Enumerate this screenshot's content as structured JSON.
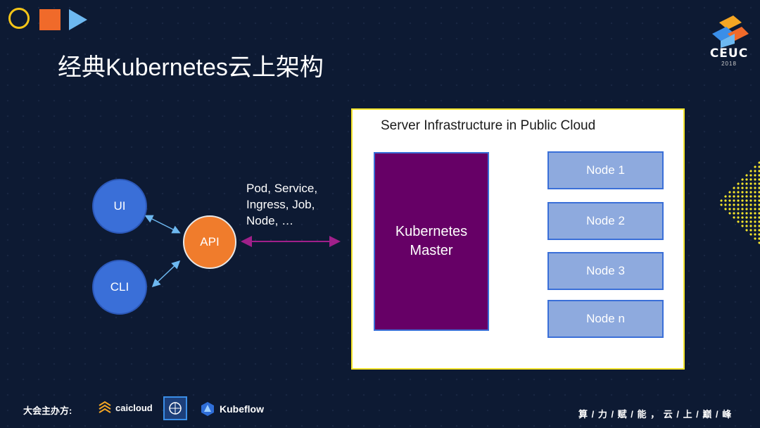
{
  "slide": {
    "title": "经典Kubernetes云上架构"
  },
  "brand": {
    "event_name": "CEUC",
    "event_year": "2018",
    "colors": {
      "background": "#0d1a33",
      "accent_yellow": "#f5c518",
      "accent_orange": "#f06a2a",
      "accent_blue": "#6db8f0"
    }
  },
  "diagram": {
    "clients": [
      {
        "label": "UI"
      },
      {
        "label": "CLI"
      }
    ],
    "api": {
      "label": "API"
    },
    "resources_label": [
      "Pod, Service,",
      "Ingress, Job,",
      "Node, …"
    ],
    "cloud": {
      "title": "Server Infrastructure in Public Cloud",
      "master": {
        "lines": [
          "Kubernetes",
          "Master"
        ]
      },
      "nodes": [
        {
          "label": "Node 1"
        },
        {
          "label": "Node 2"
        },
        {
          "label": "Node 3"
        },
        {
          "label": "Node n"
        }
      ]
    }
  },
  "footer": {
    "sponsor_label": "大会主办方:",
    "sponsors": [
      {
        "name": "caicloud",
        "icon": "caicloud-logo-icon"
      },
      {
        "name": "",
        "icon": "community-badge-icon"
      },
      {
        "name": "Kubeflow",
        "icon": "kubeflow-logo-icon"
      }
    ],
    "slogan": "算 / 力 / 赋 / 能 ， 云 / 上 / 巅 / 峰"
  }
}
